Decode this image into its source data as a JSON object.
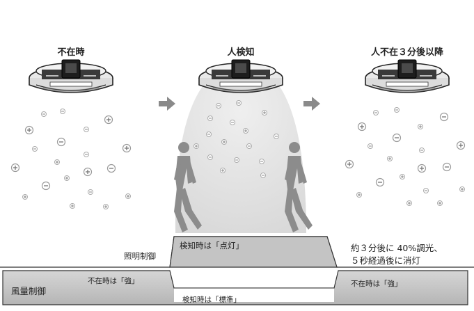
{
  "stages": [
    {
      "title": "不在時"
    },
    {
      "title": "人検知"
    },
    {
      "title": "人不在３分後以降"
    }
  ],
  "lighting": {
    "label": "照明制御",
    "detect_text": "検知時は「点灯」",
    "after_text_line1": "約３分後に 40%調光、",
    "after_text_line2": "５秒経過後に消灯"
  },
  "airflow": {
    "label": "風量制御",
    "absent_left": "不在時は「強」",
    "detect_text": "検知時は「標準」",
    "absent_right": "不在時は「強」"
  },
  "icons": {
    "device": "ceiling-fan-sensor-icon",
    "arrow": "arrow-right-icon",
    "person": "walking-person-icon",
    "ion_plus": "plus-ion-icon",
    "ion_minus": "minus-ion-icon"
  },
  "colors": {
    "panel_gray": "#c8c8c8",
    "arrow_gray": "#8a8a8a",
    "person_gray": "#8c8c8c",
    "cone_gray": "#d9d9d9"
  }
}
